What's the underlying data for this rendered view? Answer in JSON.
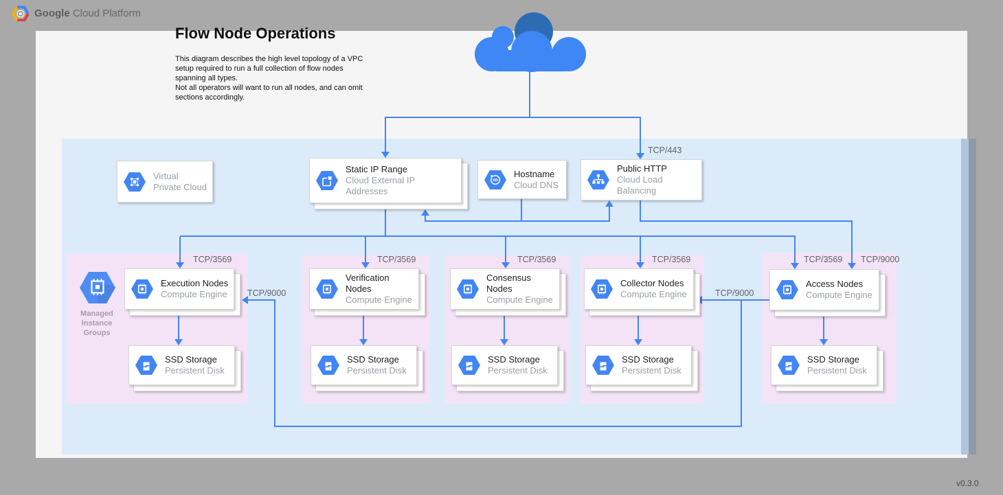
{
  "header": {
    "brand_bold": "Google",
    "brand_rest": " Cloud Platform"
  },
  "page": {
    "title": "Flow Node Operations",
    "description_p1": "This diagram describes the high level topology of a VPC setup required to run a full collection of flow nodes spanning all types.",
    "description_p2": "Not all operators will want to run all nodes, and can omit sections accordingly.",
    "version": "v0.3.0"
  },
  "vpc_card": {
    "title": "Virtual",
    "subtitle": "Private Cloud"
  },
  "top_cards": {
    "static_ip": {
      "title": "Static IP Range",
      "subtitle": "Cloud External IP Addresses"
    },
    "hostname": {
      "title": "Hostname",
      "subtitle": "Cloud DNS"
    },
    "public_http": {
      "title": "Public HTTP",
      "subtitle": "Cloud Load Balancing"
    }
  },
  "labels": {
    "tcp443": "TCP/443",
    "tcp3569": "TCP/3569",
    "tcp9000": "TCP/9000",
    "mig_line1": "Managed",
    "mig_line2": "Instance",
    "mig_line3": "Groups"
  },
  "groups": [
    {
      "title": "Execution Nodes",
      "subtitle": "Compute Engine",
      "storage_title": "SSD Storage",
      "storage_subtitle": "Persistent Disk"
    },
    {
      "title": "Verification Nodes",
      "subtitle": "Compute Engine",
      "storage_title": "SSD Storage",
      "storage_subtitle": "Persistent Disk"
    },
    {
      "title": "Consensus Nodes",
      "subtitle": "Compute Engine",
      "storage_title": "SSD Storage",
      "storage_subtitle": "Persistent Disk"
    },
    {
      "title": "Collector Nodes",
      "subtitle": "Compute Engine",
      "storage_title": "SSD Storage",
      "storage_subtitle": "Persistent Disk"
    },
    {
      "title": "Access Nodes",
      "subtitle": "Compute Engine",
      "storage_title": "SSD Storage",
      "storage_subtitle": "Persistent Disk"
    }
  ],
  "colors": {
    "edge_blue": "#4285f4",
    "vpc_background": "#dcebfa",
    "group_background": "#f4e3f6",
    "cloud_light": "#3e87f4",
    "cloud_dark": "#2d6cb5",
    "page_background": "#f5f5f6",
    "frame_background": "#a9a9a9"
  }
}
